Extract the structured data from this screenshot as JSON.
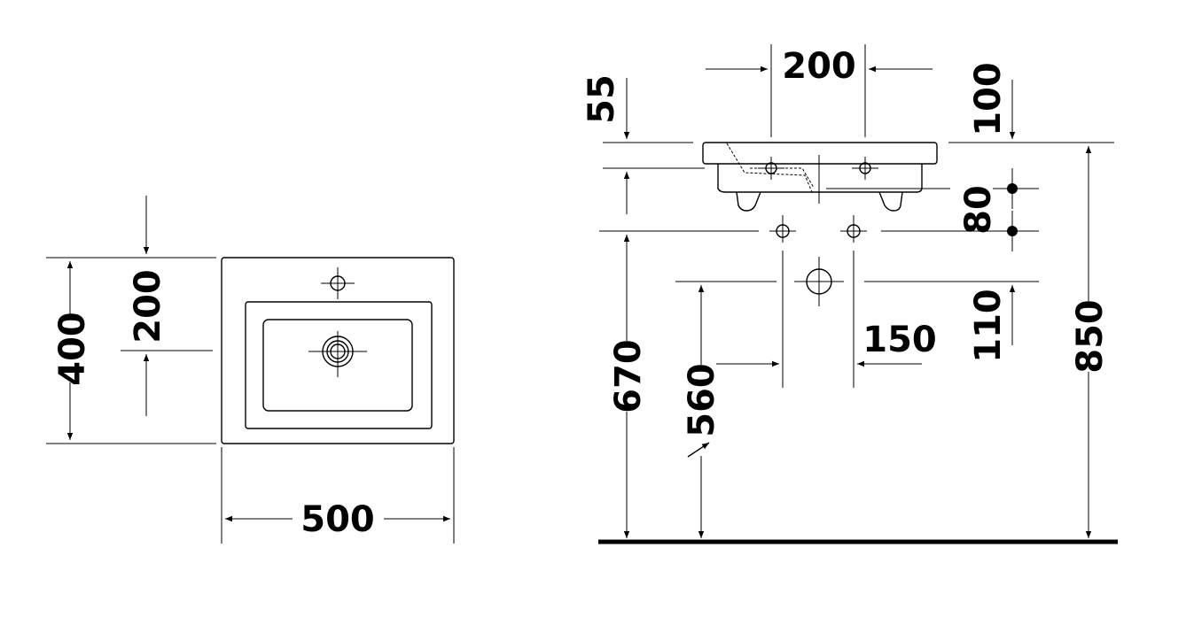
{
  "plan_view": {
    "width_label": "500",
    "depth_label": "400",
    "tap_hole_offset_label": "200"
  },
  "side_view": {
    "tap_spacing_label": "200",
    "rim_height_label": "55",
    "overflow_offset_label": "100",
    "height_label": "850",
    "supply_spacing_label": "80",
    "waste_offset_label": "110",
    "supply_height_label": "670",
    "waste_height_label": "560",
    "waste_spacing_label": "150"
  }
}
